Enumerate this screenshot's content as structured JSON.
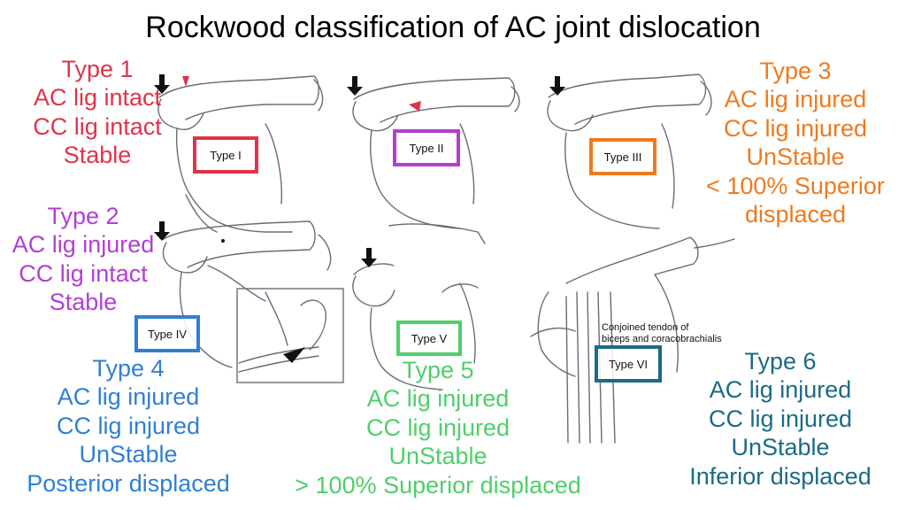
{
  "title": "Rockwood classification of AC joint dislocation",
  "colors": {
    "type1": "#e0334a",
    "type2": "#b23fd1",
    "type3": "#ee7a1f",
    "type4": "#2f7fd6",
    "type5": "#4fcf6a",
    "type6": "#1a6b86"
  },
  "figure_labels": {
    "type_i": "Type I",
    "type_ii": "Type II",
    "type_iii": "Type III",
    "type_iv": "Type IV",
    "type_v": "Type V",
    "type_vi": "Type VI",
    "conjoined_line1": "Conjoined tendon of",
    "conjoined_line2": "biceps and coracobrachialis"
  },
  "captions": {
    "type1": {
      "name": "Type 1",
      "ac": "AC lig intact",
      "cc": "CC lig intact",
      "stability": "Stable"
    },
    "type2": {
      "name": "Type 2",
      "ac": "AC lig injured",
      "cc": "CC lig intact",
      "stability": "Stable"
    },
    "type3": {
      "name": "Type 3",
      "ac": "AC lig injured",
      "cc": "CC lig injured",
      "stability": "UnStable",
      "disp1": "< 100% Superior",
      "disp2": "displaced"
    },
    "type4": {
      "name": "Type 4",
      "ac": "AC lig injured",
      "cc": "CC lig injured",
      "stability": "UnStable",
      "disp": "Posterior displaced"
    },
    "type5": {
      "name": "Type 5",
      "ac": "AC lig injured",
      "cc": "CC lig injured",
      "stability": "UnStable",
      "disp": "> 100% Superior displaced"
    },
    "type6": {
      "name": "Type 6",
      "ac": "AC lig injured",
      "cc": "CC lig injured",
      "stability": "UnStable",
      "disp": "Inferior displaced"
    }
  }
}
